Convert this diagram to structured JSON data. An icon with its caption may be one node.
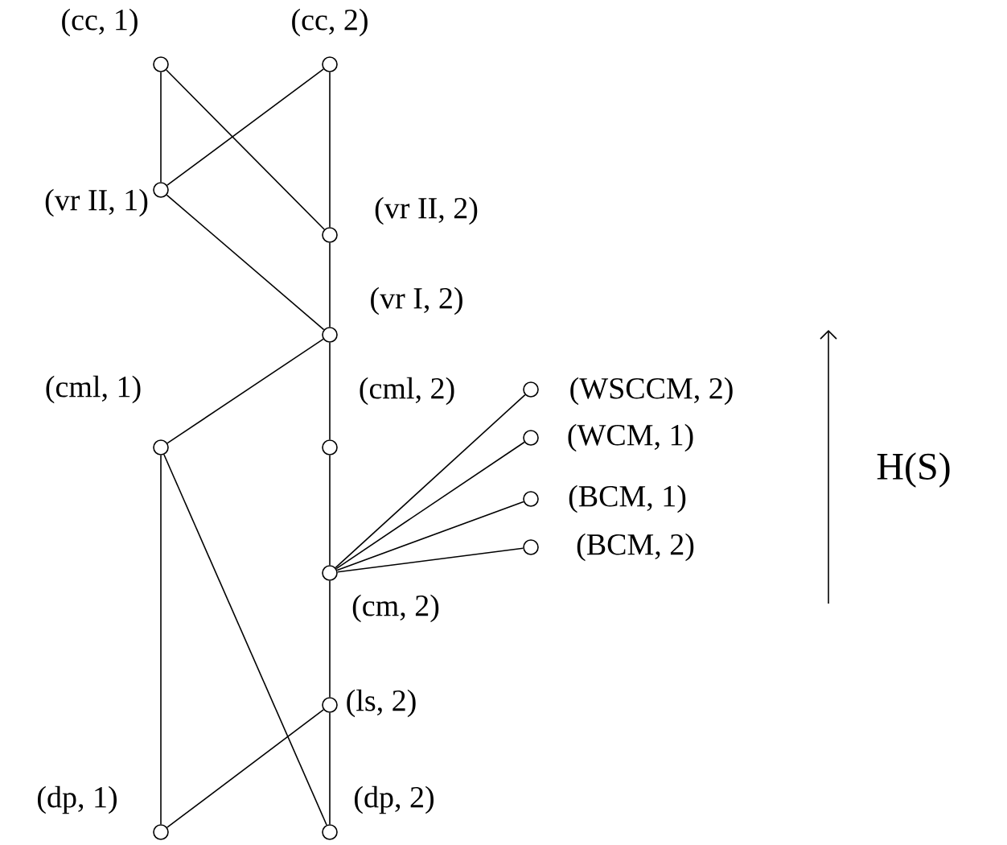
{
  "diagram": {
    "nodes": [
      {
        "text": [],
        "shape": "circle",
        "beside": [
          "(cc, 1)"
        ]
      },
      {
        "text": [],
        "shape": "circle",
        "beside": [
          "(cc, 2)"
        ]
      },
      {
        "text": [],
        "shape": "circle",
        "beside": [
          "(vr II, 1)"
        ]
      },
      {
        "text": [],
        "shape": "circle",
        "beside": [
          "(vr II, 2)"
        ]
      },
      {
        "text": [],
        "shape": "circle",
        "beside": [
          "(vr I, 2)"
        ]
      },
      {
        "text": [],
        "shape": "circle",
        "beside": [
          "(cml, 1)"
        ]
      },
      {
        "text": [],
        "shape": "circle",
        "beside": [
          "(cml, 2)"
        ]
      },
      {
        "text": [],
        "shape": "circle",
        "beside": [
          "(cm, 2)"
        ]
      },
      {
        "text": [],
        "shape": "circle",
        "beside": [
          "(WSCCM, 2)"
        ]
      },
      {
        "text": [],
        "shape": "circle",
        "beside": [
          "(WCM, 1)"
        ]
      },
      {
        "text": [],
        "shape": "circle",
        "beside": [
          "(BCM, 1)"
        ]
      },
      {
        "text": [],
        "shape": "circle",
        "beside": [
          "(BCM, 2)"
        ]
      },
      {
        "text": [],
        "shape": "circle",
        "beside": [
          "(ls, 2)"
        ]
      },
      {
        "text": [],
        "shape": "circle",
        "beside": [
          "(dp, 1)"
        ]
      },
      {
        "text": [],
        "shape": "circle",
        "beside": [
          "(dp, 2)"
        ]
      }
    ],
    "edges": [
      {
        "from": 0,
        "to": 3,
        "arrow": "none"
      },
      {
        "from": 0,
        "to": 2,
        "arrow": "none"
      },
      {
        "from": 1,
        "to": 2,
        "arrow": "none"
      },
      {
        "from": 1,
        "to": 3,
        "arrow": "none"
      },
      {
        "from": 2,
        "to": 4,
        "arrow": "none"
      },
      {
        "from": 3,
        "to": 4,
        "arrow": "none"
      },
      {
        "from": 4,
        "to": 5,
        "arrow": "none"
      },
      {
        "from": 4,
        "to": 6,
        "arrow": "none"
      },
      {
        "from": 6,
        "to": 7,
        "arrow": "none"
      },
      {
        "from": 7,
        "to": 8,
        "arrow": "none"
      },
      {
        "from": 7,
        "to": 9,
        "arrow": "none"
      },
      {
        "from": 7,
        "to": 10,
        "arrow": "none"
      },
      {
        "from": 7,
        "to": 11,
        "arrow": "none"
      },
      {
        "from": 5,
        "to": 13,
        "arrow": "none"
      },
      {
        "from": 5,
        "to": 14,
        "arrow": "none"
      },
      {
        "from": 7,
        "to": 12,
        "arrow": "none"
      },
      {
        "from": 12,
        "to": 14,
        "arrow": "none"
      },
      {
        "from": 12,
        "to": 13,
        "arrow": "none"
      }
    ],
    "labels": [
      "H(S)"
    ]
  }
}
